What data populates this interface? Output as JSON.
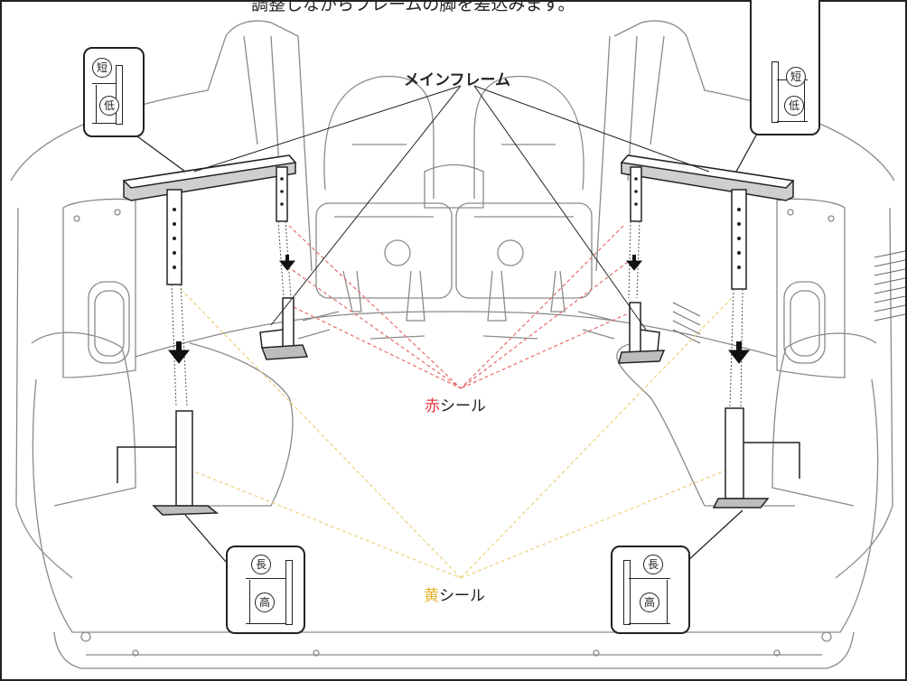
{
  "caption": "調整しながらフレームの脚を差込みます。",
  "labels": {
    "main_frame": "メインフレーム",
    "red_seal_color_word": "赤",
    "red_seal_suffix": "シール",
    "yellow_seal_color_word": "黄",
    "yellow_seal_suffix": "シール"
  },
  "detail_badges": {
    "top_left": {
      "upper": "短",
      "lower": "低"
    },
    "top_right": {
      "upper": "短",
      "lower": "低"
    },
    "bottom_left": {
      "upper": "長",
      "lower": "高"
    },
    "bottom_right": {
      "upper": "長",
      "lower": "高"
    }
  },
  "colors": {
    "line": "#222222",
    "red_seal": "#e0393e",
    "yellow_seal": "#e6b02a",
    "red_leader": "#e86a6a",
    "yellow_leader": "#ecd07a",
    "van_outline": "#8a8a8a"
  }
}
